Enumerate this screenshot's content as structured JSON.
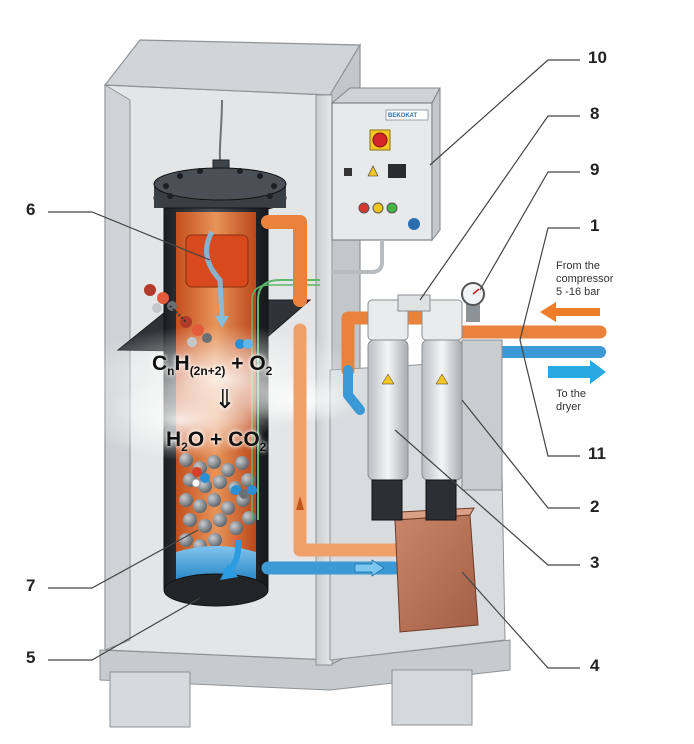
{
  "callouts": {
    "c1": "1",
    "c2": "2",
    "c3": "3",
    "c4": "4",
    "c5": "5",
    "c6": "6",
    "c7": "7",
    "c8": "8",
    "c9": "9",
    "c10": "10",
    "c11": "11"
  },
  "notes": {
    "inlet_line1": "From the",
    "inlet_line2": "compressor",
    "inlet_line3": "5 -16 bar",
    "outlet_line1": "To the",
    "outlet_line2": "dryer"
  },
  "formula": {
    "c": "C",
    "c_sub": "n",
    "h": "H",
    "h_sub": "(2n+2)",
    "plus1": "+",
    "o": "O",
    "o_sub": "2",
    "arrow": "⇓",
    "h2": "H",
    "h2_sub": "2",
    "o_after": "O",
    "plus2": "+",
    "co": "CO",
    "co_sub": "2"
  },
  "panel": {
    "brand_text": "BEKOKAT"
  },
  "colors": {
    "inlet_arrow": "#ee7d2c",
    "outlet_arrow": "#29a9e1",
    "pipe_orange": "#e9823a",
    "pipe_blue": "#3b9ad6",
    "cabinet": "#d9dcdd",
    "vessel": "#2d3136"
  }
}
